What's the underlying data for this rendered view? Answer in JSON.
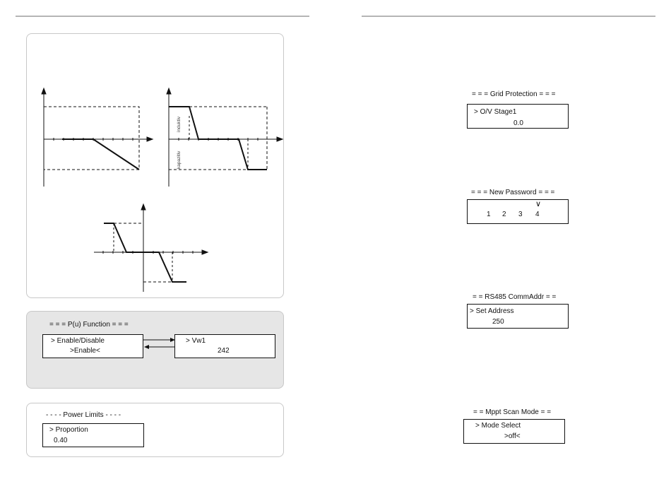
{
  "charts": {
    "chart2": {
      "y_upper_label": "induktiv",
      "y_lower_label": "kapazitiv"
    }
  },
  "pu_function": {
    "title": "= = = P(u) Function = = =",
    "left_line1": "> Enable/Disable",
    "left_line2": ">Enable<",
    "right_line1": "> Vw1",
    "right_value": "242"
  },
  "power_limits": {
    "title": "- - - - Power Limits - - - -",
    "line1": "> Proportion",
    "value": "0.40"
  },
  "grid_protection": {
    "title": "= = = Grid Protection = = =",
    "line1": "> O/V Stage1",
    "value": "0.0"
  },
  "new_password": {
    "title": "= = = New Password = = =",
    "cursor": "∨",
    "digits": [
      "1",
      "2",
      "3",
      "4"
    ]
  },
  "rs485": {
    "title": "= = RS485 CommAddr = =",
    "line1": "> Set Address",
    "value": "250"
  },
  "mppt": {
    "title": "= = Mppt Scan Mode = =",
    "line1": "> Mode Select",
    "value": ">off<"
  }
}
